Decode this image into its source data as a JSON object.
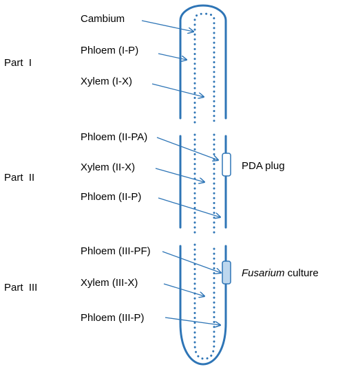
{
  "colors": {
    "outline": "#2e75b6",
    "arrow": "#2e75b6",
    "plug_fill": "#ffffff",
    "culture_fill": "#bdd7ee",
    "text": "#000000"
  },
  "parts": [
    "Part  I",
    "Part  II",
    "Part  III"
  ],
  "tissue_labels": [
    "Cambium",
    "Phloem (I-P)",
    "Xylem (I-X)",
    "Phloem (II-PA)",
    "Xylem (II-X)",
    "Phloem (II-P)",
    "Phloem (III-PF)",
    "Xylem (III-X)",
    "Phloem (III-P)"
  ],
  "attachments": {
    "pda_plug": "PDA plug",
    "fusarium_species": "Fusarium",
    "fusarium_suffix": " culture"
  }
}
